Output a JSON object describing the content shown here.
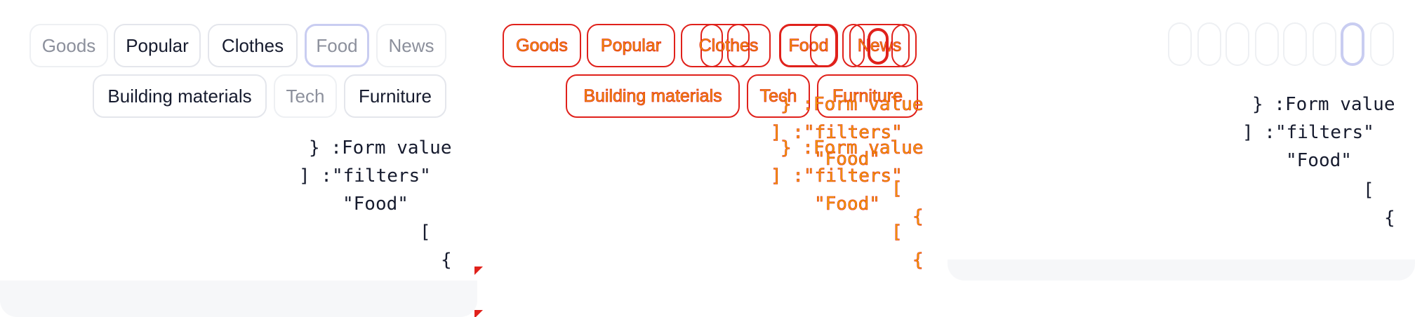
{
  "filters": {
    "row1": [
      "Goods",
      "Popular",
      "Clothes",
      "Food",
      "News"
    ],
    "row2": [
      "Building materials",
      "Tech",
      "Furniture"
    ],
    "selected": "Food"
  },
  "code": {
    "line1": "} :Form value",
    "line2": "] :\"filters\"",
    "line3": "\"Food\"",
    "line4": "[",
    "line5": "{"
  },
  "colors": {
    "chip_border": "#e4e6ec",
    "chip_text": "#161b2e",
    "muted_text": "#8c909c",
    "focus_ring": "#c9cdf1",
    "overlay_stroke": "#e0211b",
    "overlay_fill": "#f2a200"
  }
}
